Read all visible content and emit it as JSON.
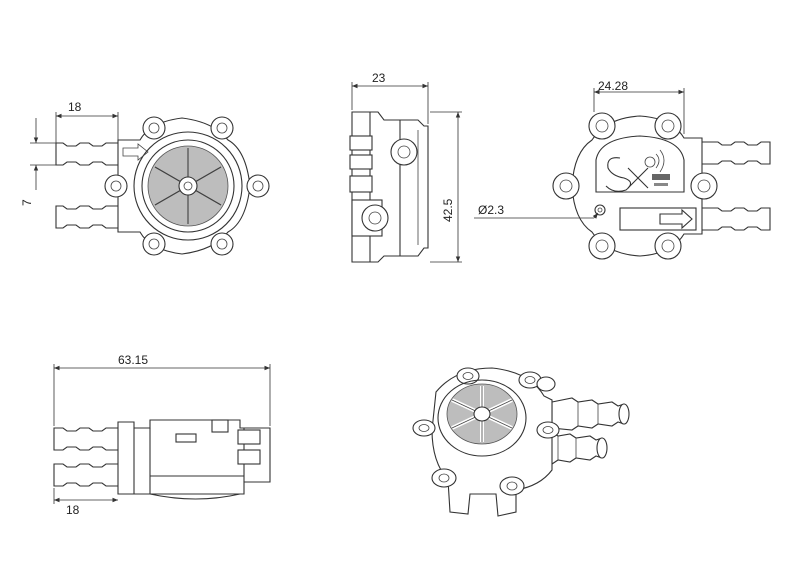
{
  "dimensions": {
    "front_width": "18",
    "front_spacing": "7",
    "side_depth": "23",
    "side_height": "42.5",
    "rear_offset": "24.28",
    "rear_hole": "Ø2.3",
    "bottom_length": "63.15",
    "bottom_width": "18"
  }
}
